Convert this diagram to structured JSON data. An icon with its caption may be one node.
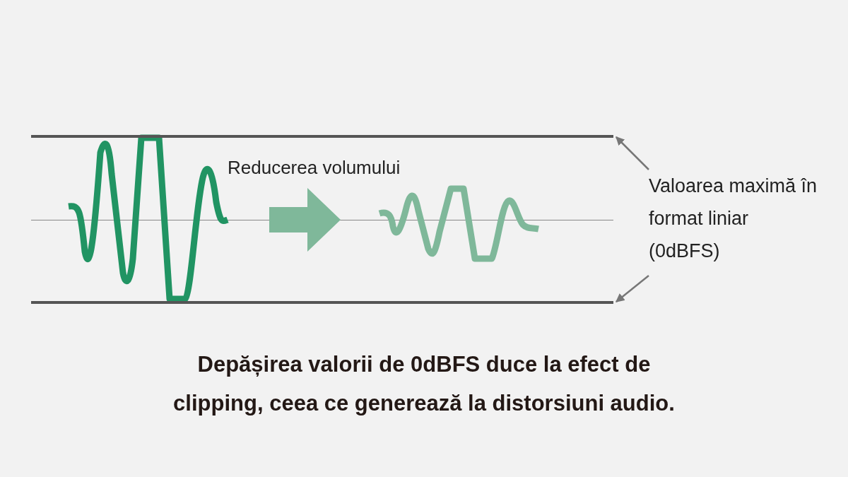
{
  "diagram": {
    "caption": "Depășirea valorii de 0dBFS duce la efect de clipping, ceea ce generează la distorsiuni audio.",
    "nodes": [
      {
        "text": [],
        "shape": "picture"
      },
      {
        "text": [],
        "shape": "picture"
      },
      {
        "text": [
          "Valoarea maximă în format liniar (0dBFS)"
        ]
      },
      {
        "text": [],
        "shape": "bar"
      },
      {
        "text": [],
        "shape": "bar"
      }
    ],
    "edges": [
      {
        "from": 0,
        "to": 1,
        "arrow": "to",
        "label": "Reducerea volumului",
        "style": "thick",
        "color": "#7fb89a"
      },
      {
        "from": 2,
        "to": 3,
        "arrow": "to"
      },
      {
        "from": 2,
        "to": 4,
        "arrow": "to"
      }
    ]
  }
}
